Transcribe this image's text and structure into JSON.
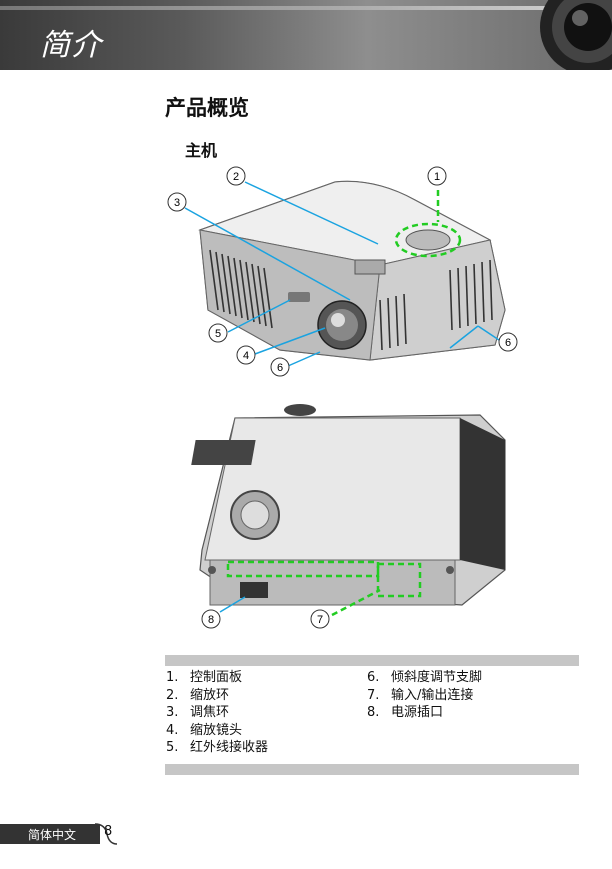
{
  "header": {
    "title": "简介"
  },
  "section": {
    "title": "产品概览",
    "subtitle": "主机"
  },
  "callouts": [
    "1",
    "2",
    "3",
    "4",
    "5",
    "6",
    "6",
    "7",
    "8"
  ],
  "parts_left": [
    {
      "num": "1.",
      "label": "控制面板"
    },
    {
      "num": "2.",
      "label": "缩放环"
    },
    {
      "num": "3.",
      "label": "调焦环"
    },
    {
      "num": "4.",
      "label": "缩放镜头"
    },
    {
      "num": "5.",
      "label": "红外线接收器"
    }
  ],
  "parts_right": [
    {
      "num": "6.",
      "label": "倾斜度调节支脚"
    },
    {
      "num": "7.",
      "label": "输入/输出连接"
    },
    {
      "num": "8.",
      "label": "电源插口"
    }
  ],
  "footer": {
    "language": "简体中文",
    "page": "8"
  },
  "colors": {
    "callout_line": "#1aa3e0",
    "highlight": "#22cc22",
    "bar": "#c6c6c6"
  }
}
